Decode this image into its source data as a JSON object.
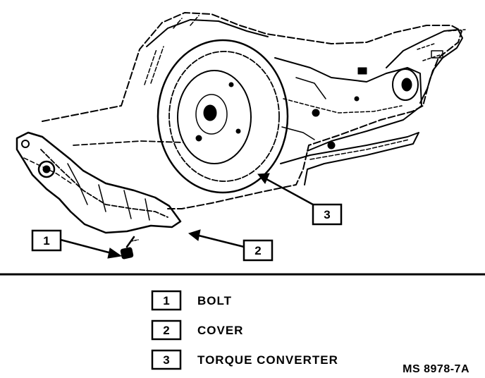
{
  "callouts": [
    {
      "number": "1"
    },
    {
      "number": "2"
    },
    {
      "number": "3"
    }
  ],
  "legend": [
    {
      "number": "1",
      "label": "BOLT"
    },
    {
      "number": "2",
      "label": "COVER"
    },
    {
      "number": "3",
      "label": "TORQUE CONVERTER"
    }
  ],
  "reference": "MS 8978-7A"
}
